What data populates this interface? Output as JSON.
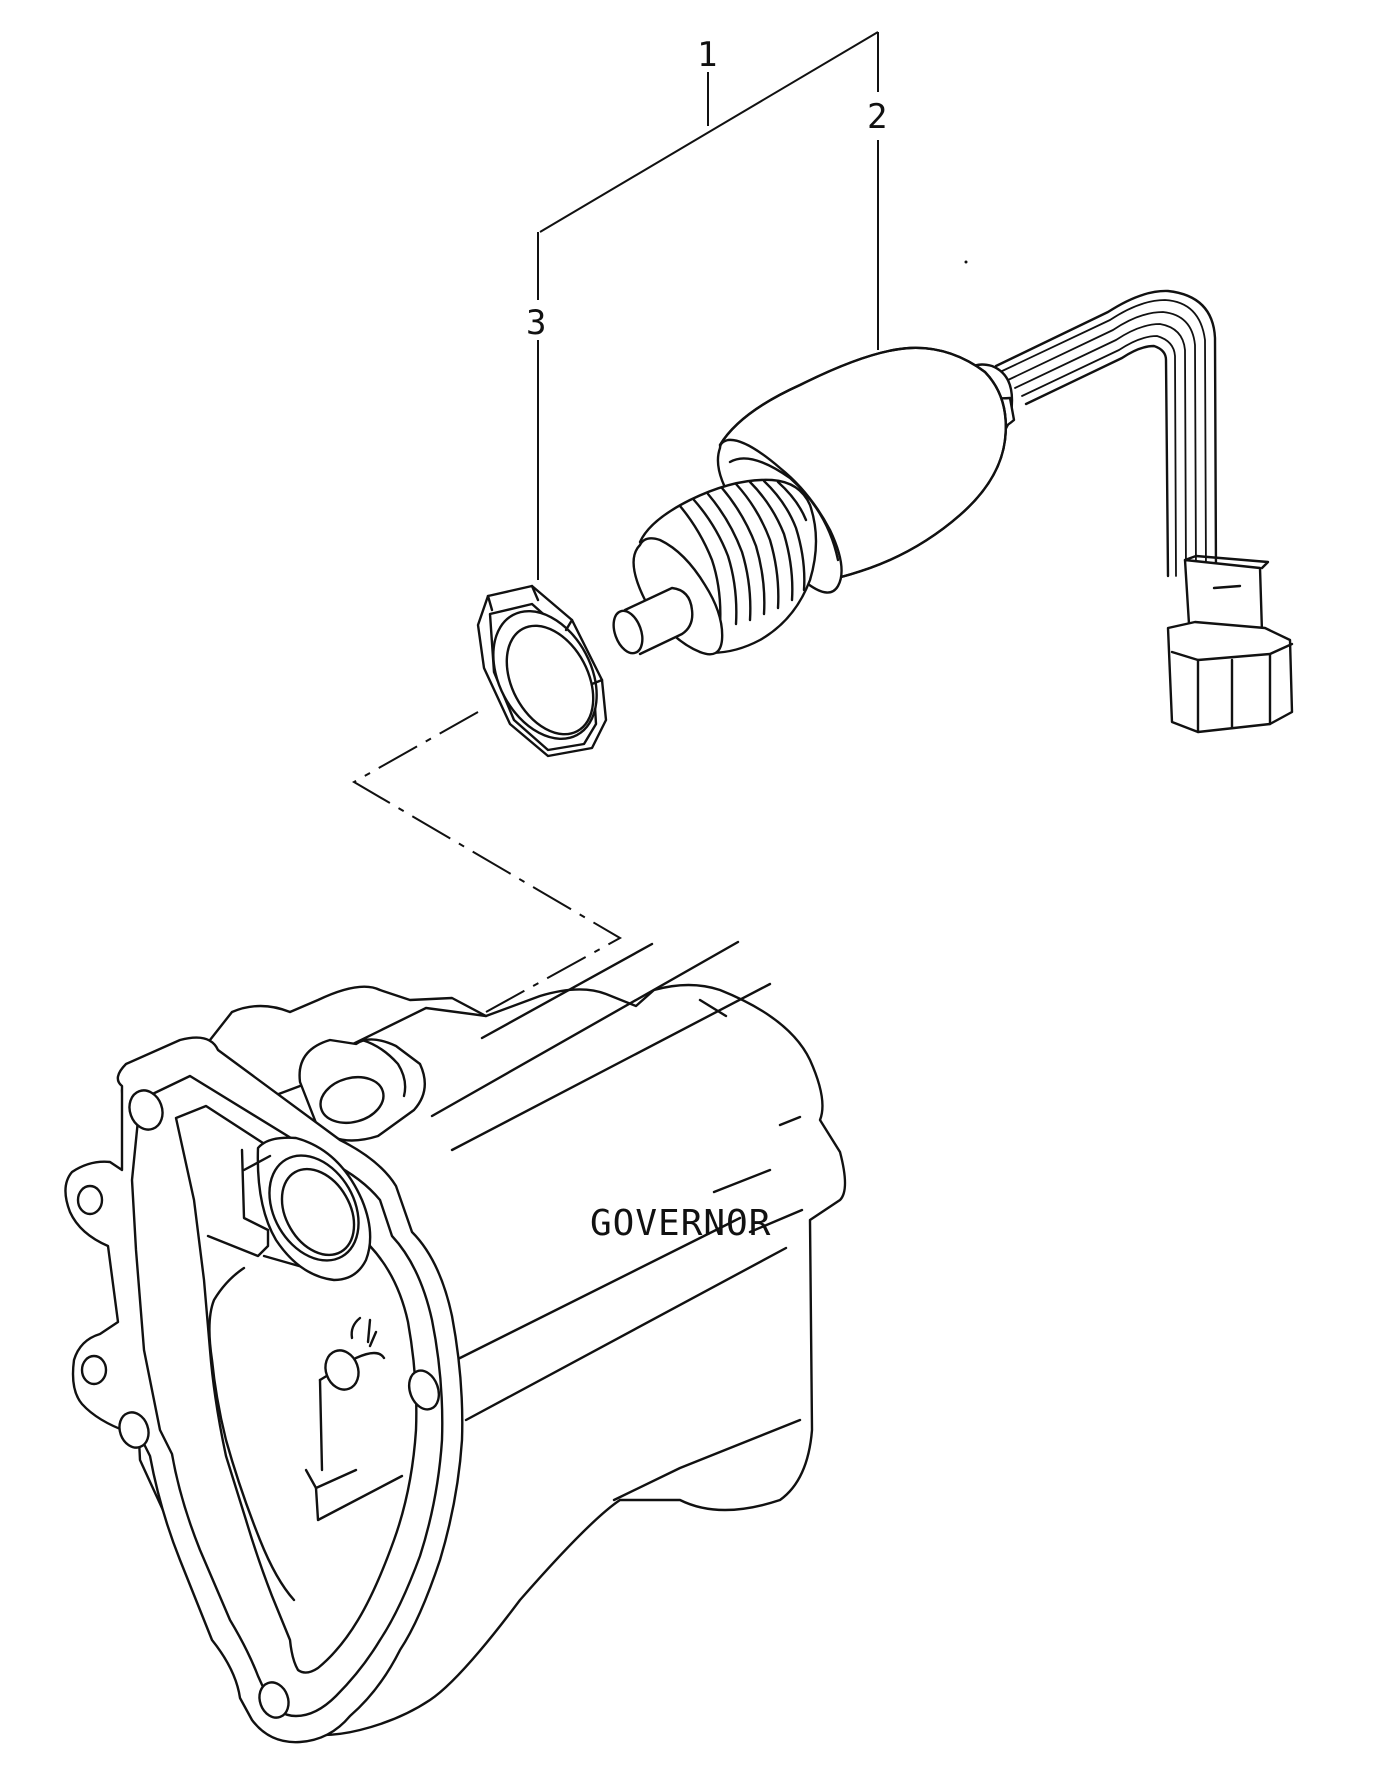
{
  "diagram": {
    "callouts": [
      {
        "id": "1",
        "label": "1"
      },
      {
        "id": "2",
        "label": "2"
      },
      {
        "id": "3",
        "label": "3"
      }
    ],
    "parts": {
      "governor_label": "GOVERNOR"
    }
  }
}
